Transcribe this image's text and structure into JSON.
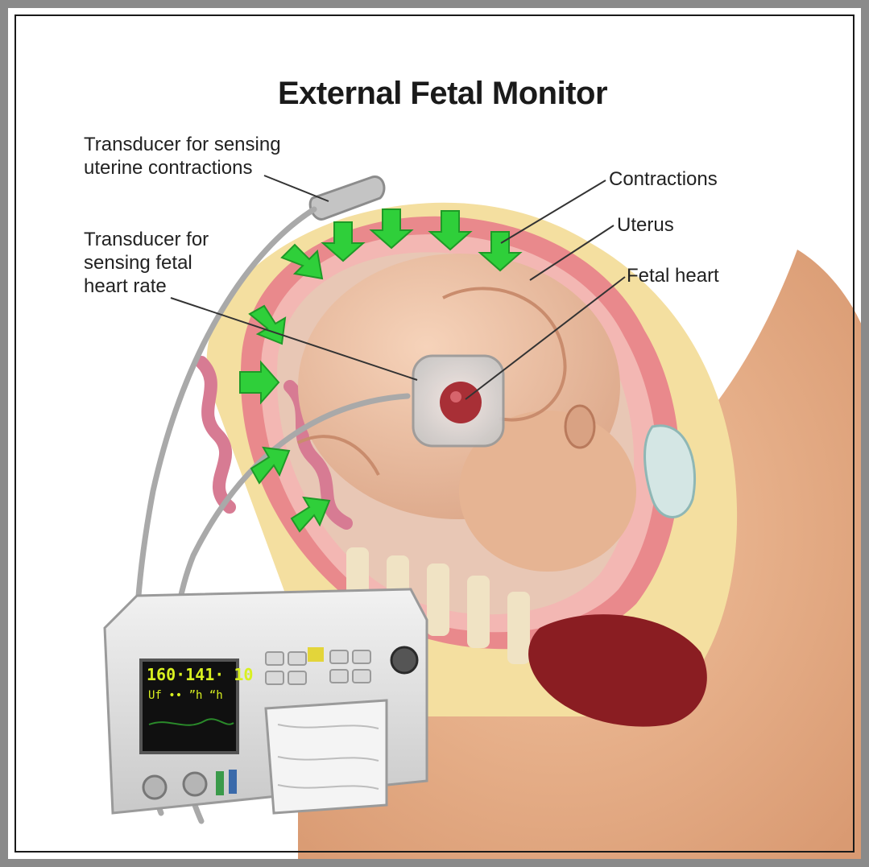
{
  "title": "External Fetal Monitor",
  "labels": {
    "uterine_transducer": [
      "Transducer for sensing",
      "uterine contractions"
    ],
    "fetal_transducer": [
      "Transducer for",
      "sensing fetal",
      "heart rate"
    ],
    "contractions": "Contractions",
    "uterus": "Uterus",
    "fetal_heart": "Fetal heart"
  },
  "monitor_screen": {
    "line1": "160·141· 10",
    "line2": "Uf •• ”h “h"
  },
  "colors": {
    "frame": "#8a8a8a",
    "contraction_arrows": "#2fcf3a",
    "uterus_wall": "#e9898c",
    "skin": "#e9b48e",
    "fat_layer": "#f4dfa0",
    "monitor_screen": "#101010",
    "monitor_text": "#d8f020"
  }
}
